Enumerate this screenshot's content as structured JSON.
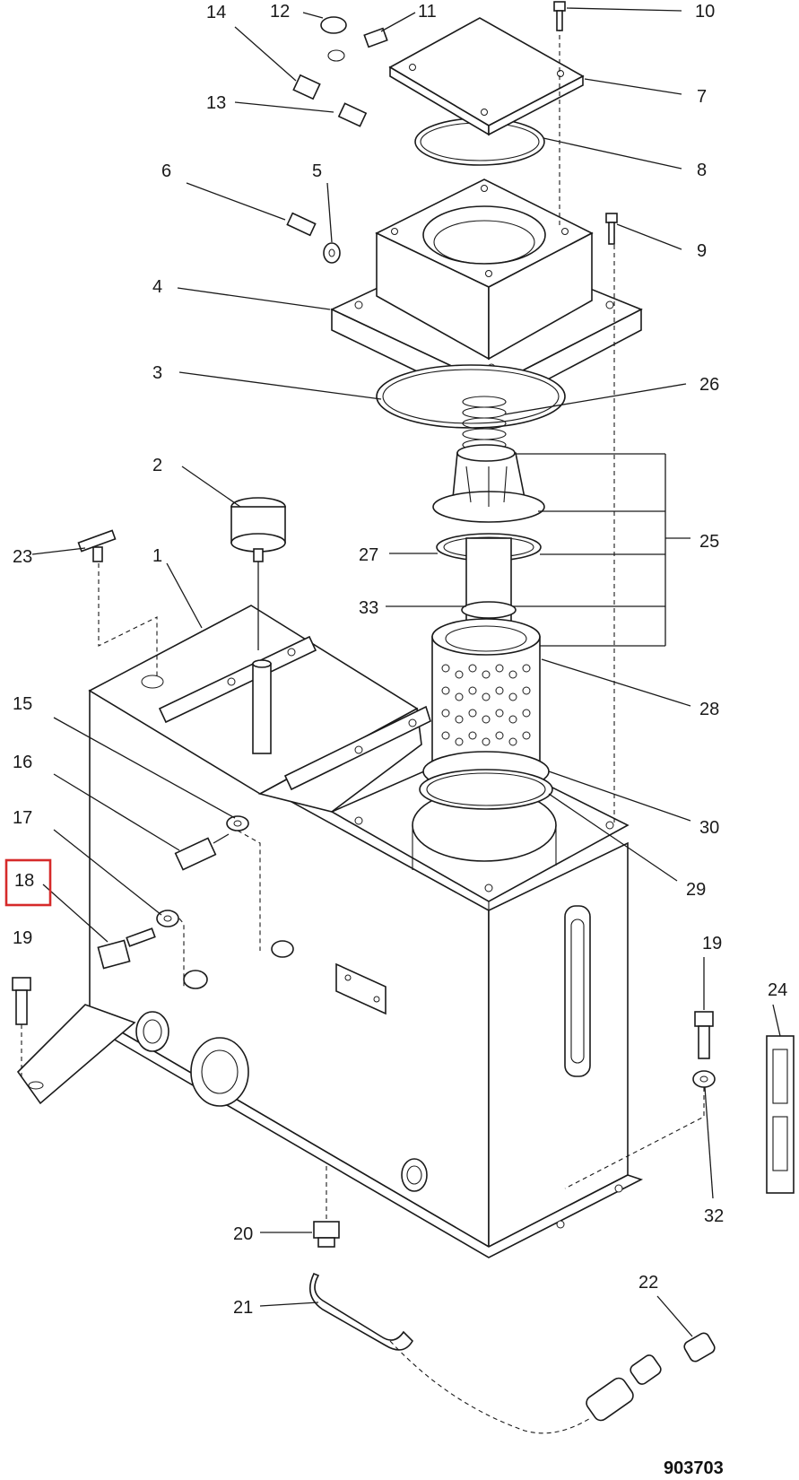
{
  "drawing_number": "903703",
  "highlight_color": "#d62a2a",
  "callouts": [
    {
      "id": "1",
      "label": "1"
    },
    {
      "id": "2",
      "label": "2"
    },
    {
      "id": "3",
      "label": "3"
    },
    {
      "id": "4",
      "label": "4"
    },
    {
      "id": "5",
      "label": "5"
    },
    {
      "id": "6",
      "label": "6"
    },
    {
      "id": "7",
      "label": "7"
    },
    {
      "id": "8",
      "label": "8"
    },
    {
      "id": "9",
      "label": "9"
    },
    {
      "id": "10",
      "label": "10"
    },
    {
      "id": "11",
      "label": "11"
    },
    {
      "id": "12",
      "label": "12"
    },
    {
      "id": "13",
      "label": "13"
    },
    {
      "id": "14",
      "label": "14"
    },
    {
      "id": "15",
      "label": "15"
    },
    {
      "id": "16",
      "label": "16"
    },
    {
      "id": "17",
      "label": "17"
    },
    {
      "id": "18",
      "label": "18",
      "highlighted": true
    },
    {
      "id": "19a",
      "label": "19"
    },
    {
      "id": "19b",
      "label": "19"
    },
    {
      "id": "20",
      "label": "20"
    },
    {
      "id": "21",
      "label": "21"
    },
    {
      "id": "22",
      "label": "22"
    },
    {
      "id": "23",
      "label": "23"
    },
    {
      "id": "24",
      "label": "24"
    },
    {
      "id": "25",
      "label": "25"
    },
    {
      "id": "26",
      "label": "26"
    },
    {
      "id": "27",
      "label": "27"
    },
    {
      "id": "28",
      "label": "28"
    },
    {
      "id": "29",
      "label": "29"
    },
    {
      "id": "30",
      "label": "30"
    },
    {
      "id": "32",
      "label": "32"
    },
    {
      "id": "33",
      "label": "33"
    }
  ]
}
